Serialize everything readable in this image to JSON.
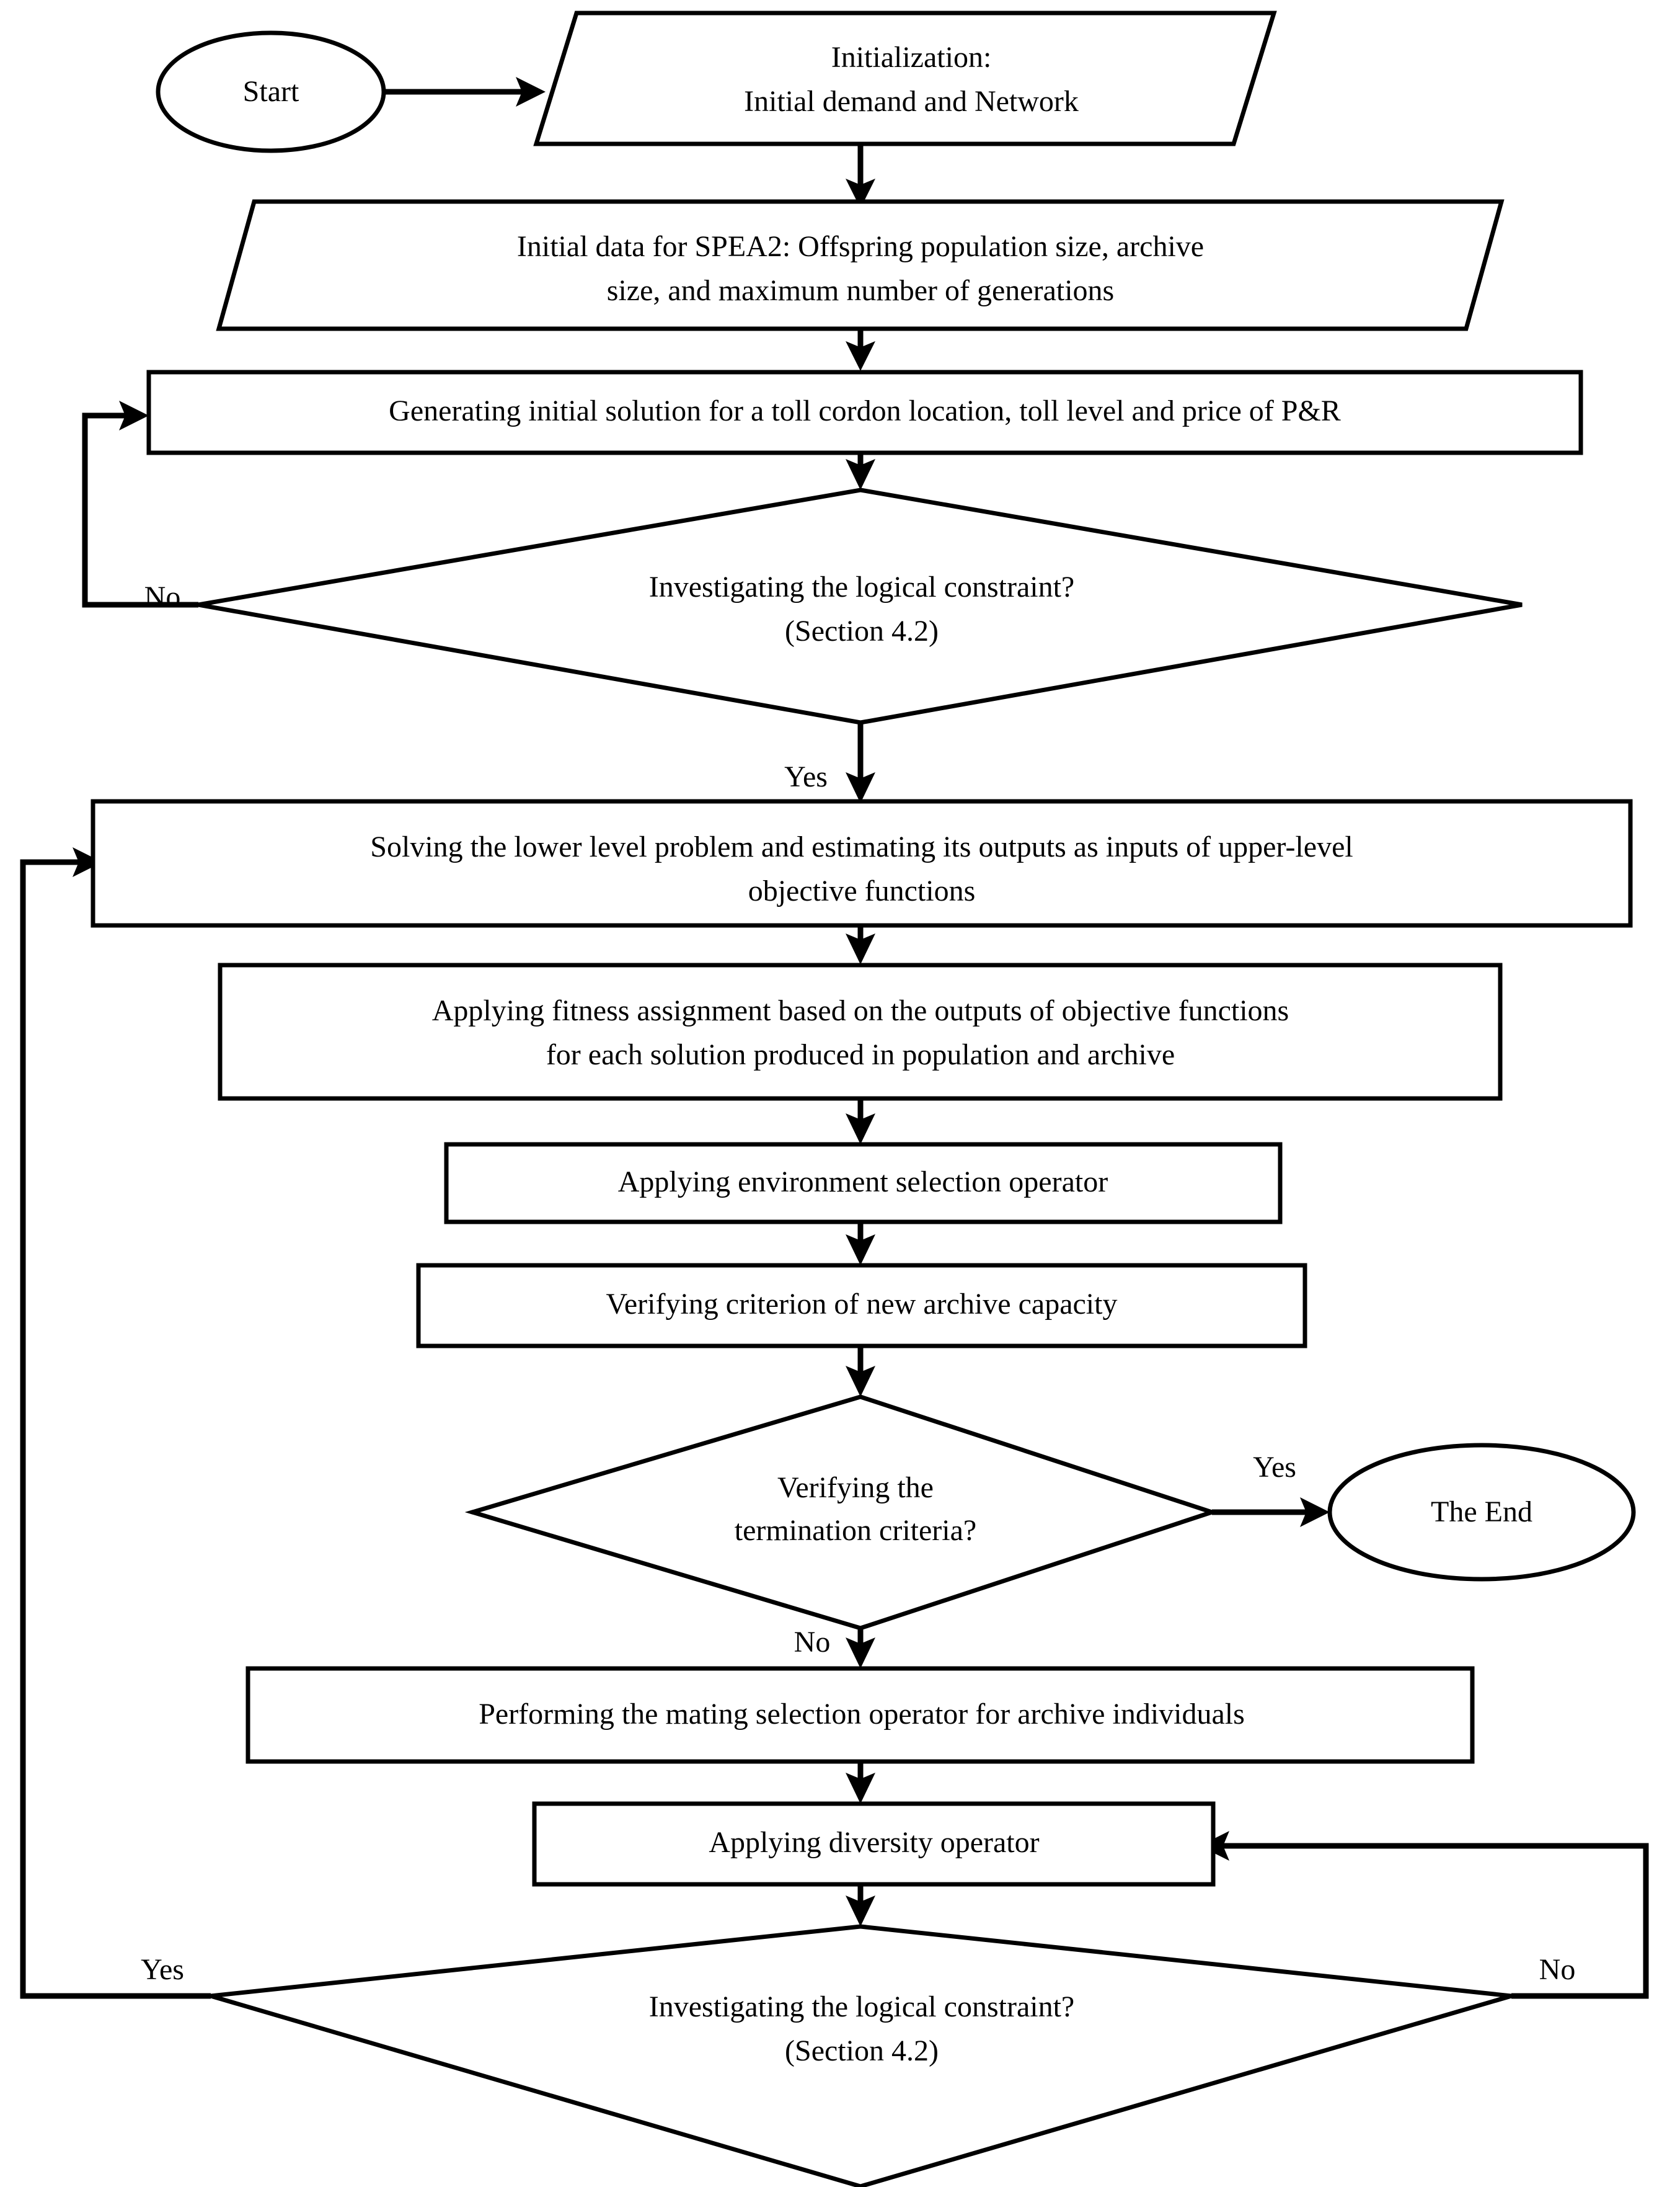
{
  "diagram": {
    "title": "SPEA2 bi-level optimization flowchart",
    "colors": {
      "background": "#ffffff",
      "stroke": "#000000",
      "fill": "#ffffff",
      "text": "#000000"
    },
    "nodes": {
      "start": {
        "shape": "ellipse",
        "label": "Start"
      },
      "initialization": {
        "shape": "parallelogram",
        "line1": "Initialization:",
        "line2": "Initial demand and Network"
      },
      "initial_data": {
        "shape": "parallelogram",
        "line1": "Initial data for SPEA2: Offspring population size, archive",
        "line2": "size, and maximum number of generations"
      },
      "generating_initial_solution": {
        "shape": "rectangle",
        "line1": "Generating initial solution for a toll cordon location, toll level and price of P&R"
      },
      "logical_constraint_top": {
        "shape": "diamond",
        "line1": "Investigating the logical constraint?",
        "line2": "(Section 4.2)"
      },
      "solving_lower_level": {
        "shape": "rectangle",
        "line1": "Solving the lower level problem and estimating its outputs as inputs of upper-level",
        "line2": "objective functions"
      },
      "fitness_assignment": {
        "shape": "rectangle",
        "line1": "Applying fitness assignment based on the outputs of objective functions",
        "line2": "for each solution produced in population and archive"
      },
      "environment_selection": {
        "shape": "rectangle",
        "line1": "Applying environment selection operator"
      },
      "archive_capacity": {
        "shape": "rectangle",
        "line1": "Verifying criterion of new archive capacity"
      },
      "termination_criteria": {
        "shape": "diamond",
        "line1": "Verifying the",
        "line2": "termination criteria?"
      },
      "the_end": {
        "shape": "ellipse",
        "label": "The End"
      },
      "mating_selection": {
        "shape": "rectangle",
        "line1": "Performing the mating selection operator for archive individuals"
      },
      "diversity_operator": {
        "shape": "rectangle",
        "line1": "Applying diversity operator"
      },
      "logical_constraint_bottom": {
        "shape": "diamond",
        "line1": "Investigating the logical constraint?",
        "line2": "(Section 4.2)"
      }
    },
    "edge_labels": {
      "top_constraint_no": "No",
      "top_constraint_yes": "Yes",
      "termination_yes": "Yes",
      "termination_no": "No",
      "bottom_constraint_yes": "Yes",
      "bottom_constraint_no": "No"
    }
  }
}
